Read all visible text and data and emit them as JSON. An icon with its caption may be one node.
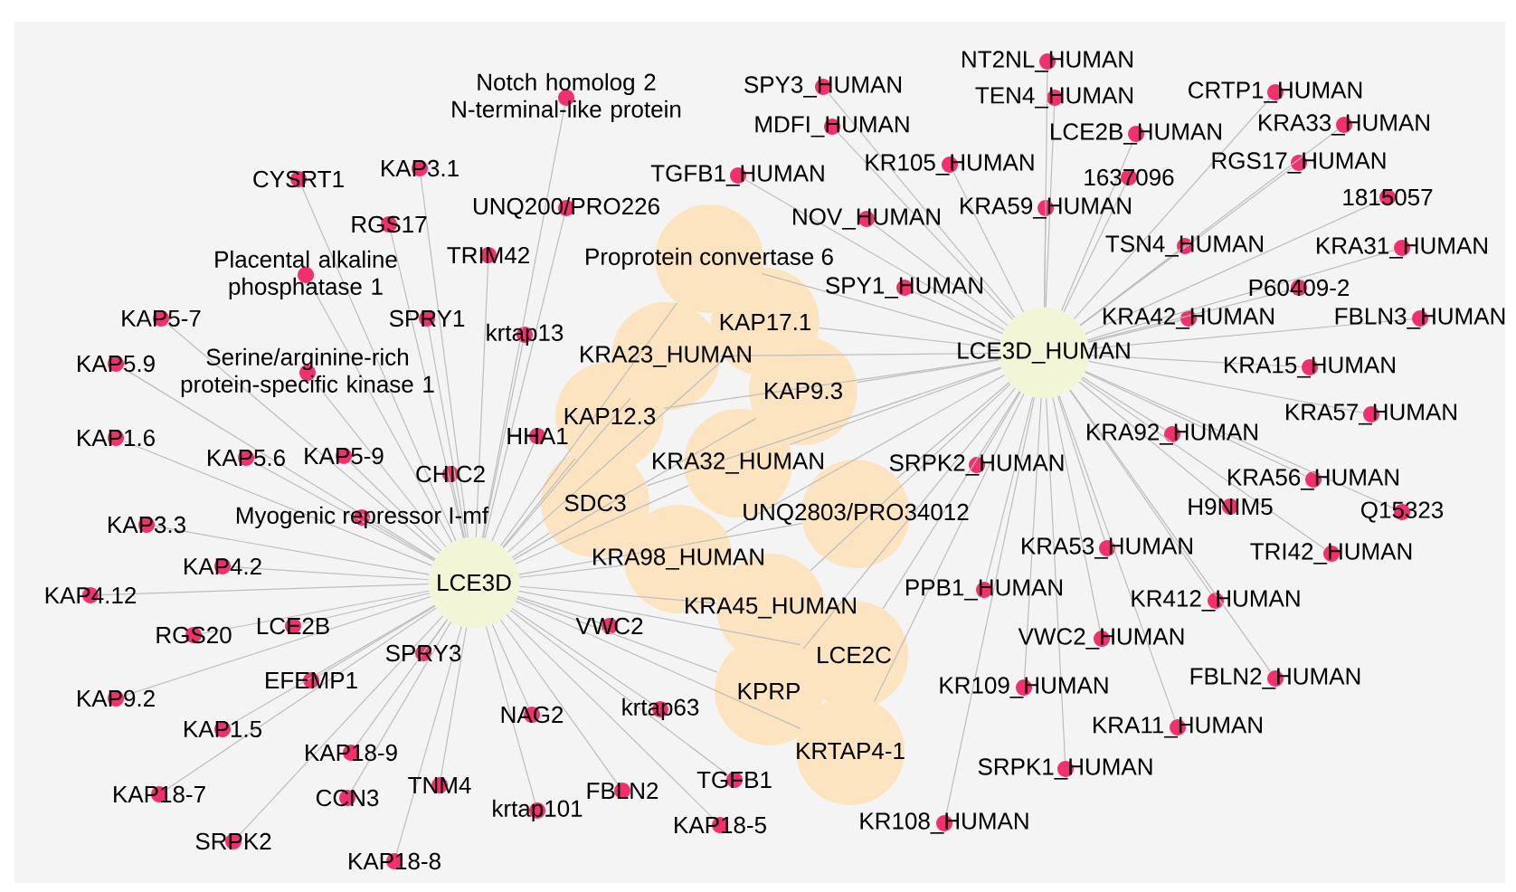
{
  "diagram": {
    "nodes": [
      {
        "text": [
          "LCE3D"
        ]
      },
      {
        "text": [
          "LCE3D_HUMAN"
        ]
      },
      {
        "text": [
          "Proprotein convertase 6"
        ]
      },
      {
        "text": [
          "KAP17.1"
        ]
      },
      {
        "text": [
          "KRA23_HUMAN"
        ]
      },
      {
        "text": [
          "KAP12.3"
        ]
      },
      {
        "text": [
          "KAP9.3"
        ]
      },
      {
        "text": [
          "SDC3"
        ]
      },
      {
        "text": [
          "KRA32_HUMAN"
        ]
      },
      {
        "text": [
          "UNQ2803/PRO34012"
        ]
      },
      {
        "text": [
          "KRA98_HUMAN"
        ]
      },
      {
        "text": [
          "KRA45_HUMAN"
        ]
      },
      {
        "text": [
          "LCE2C"
        ]
      },
      {
        "text": [
          "KPRP"
        ]
      },
      {
        "text": [
          "KRTAP4-1"
        ]
      },
      {
        "text": [
          "Notch homolog 2 N-terminal-like protein"
        ]
      },
      {
        "text": [
          "CYSRT1"
        ]
      },
      {
        "text": [
          "KAP3.1"
        ]
      },
      {
        "text": [
          "RGS17"
        ]
      },
      {
        "text": [
          "UNQ200/PRO226"
        ]
      },
      {
        "text": [
          "TRIM42"
        ]
      },
      {
        "text": [
          "Placental alkaline phosphatase 1"
        ]
      },
      {
        "text": [
          "SPRY1"
        ]
      },
      {
        "text": [
          "krtap13"
        ]
      },
      {
        "text": [
          "KAP5-7"
        ]
      },
      {
        "text": [
          "Serine/arginine-rich protein-specific kinase 1"
        ]
      },
      {
        "text": [
          "KAP5.9"
        ]
      },
      {
        "text": [
          "KAP1.6"
        ]
      },
      {
        "text": [
          "KAP5.6"
        ]
      },
      {
        "text": [
          "KAP5-9"
        ]
      },
      {
        "text": [
          "HHA1"
        ]
      },
      {
        "text": [
          "CHIC2"
        ]
      },
      {
        "text": [
          "Myogenic repressor I-mf"
        ]
      },
      {
        "text": [
          "KAP3.3"
        ]
      },
      {
        "text": [
          "KAP4.2"
        ]
      },
      {
        "text": [
          "KAP4.12"
        ]
      },
      {
        "text": [
          "RGS20"
        ]
      },
      {
        "text": [
          "LCE2B"
        ]
      },
      {
        "text": [
          "SPRY3"
        ]
      },
      {
        "text": [
          "KAP9.2"
        ]
      },
      {
        "text": [
          "EFEMP1"
        ]
      },
      {
        "text": [
          "KAP1.5"
        ]
      },
      {
        "text": [
          "KAP18-9"
        ]
      },
      {
        "text": [
          "KAP18-7"
        ]
      },
      {
        "text": [
          "CCN3"
        ]
      },
      {
        "text": [
          "TNM4"
        ]
      },
      {
        "text": [
          "SRPK2"
        ]
      },
      {
        "text": [
          "KAP18-8"
        ]
      },
      {
        "text": [
          "NAG2"
        ]
      },
      {
        "text": [
          "krtap101"
        ]
      },
      {
        "text": [
          "VWC2"
        ]
      },
      {
        "text": [
          "krtap63"
        ]
      },
      {
        "text": [
          "FBLN2"
        ]
      },
      {
        "text": [
          "TGFB1"
        ]
      },
      {
        "text": [
          "KAP18-5"
        ]
      },
      {
        "text": [
          "SPY3_HUMAN"
        ]
      },
      {
        "text": [
          "MDFI_HUMAN"
        ]
      },
      {
        "text": [
          "TGFB1_HUMAN"
        ]
      },
      {
        "text": [
          "NT2NL_HUMAN"
        ]
      },
      {
        "text": [
          "TEN4_HUMAN"
        ]
      },
      {
        "text": [
          "KR105_HUMAN"
        ]
      },
      {
        "text": [
          "LCE2B_HUMAN"
        ]
      },
      {
        "text": [
          "CRTP1_HUMAN"
        ]
      },
      {
        "text": [
          "KRA33_HUMAN"
        ]
      },
      {
        "text": [
          "1637096"
        ]
      },
      {
        "text": [
          "RGS17_HUMAN"
        ]
      },
      {
        "text": [
          "1815057"
        ]
      },
      {
        "text": [
          "KRA59_HUMAN"
        ]
      },
      {
        "text": [
          "NOV_HUMAN"
        ]
      },
      {
        "text": [
          "TSN4_HUMAN"
        ]
      },
      {
        "text": [
          "KRA31_HUMAN"
        ]
      },
      {
        "text": [
          "SPY1_HUMAN"
        ]
      },
      {
        "text": [
          "P60409-2"
        ]
      },
      {
        "text": [
          "KRA42_HUMAN"
        ]
      },
      {
        "text": [
          "FBLN3_HUMAN"
        ]
      },
      {
        "text": [
          "KRA15_HUMAN"
        ]
      },
      {
        "text": [
          "KRA57_HUMAN"
        ]
      },
      {
        "text": [
          "KRA92_HUMAN"
        ]
      },
      {
        "text": [
          "SRPK2_HUMAN"
        ]
      },
      {
        "text": [
          "KRA56_HUMAN"
        ]
      },
      {
        "text": [
          "H9NIM5"
        ]
      },
      {
        "text": [
          "Q15323"
        ]
      },
      {
        "text": [
          "KRA53_HUMAN"
        ]
      },
      {
        "text": [
          "TRI42_HUMAN"
        ]
      },
      {
        "text": [
          "PPB1_HUMAN"
        ]
      },
      {
        "text": [
          "KR412_HUMAN"
        ]
      },
      {
        "text": [
          "VWC2_HUMAN"
        ]
      },
      {
        "text": [
          "FBLN2_HUMAN"
        ]
      },
      {
        "text": [
          "KR109_HUMAN"
        ]
      },
      {
        "text": [
          "KRA11_HUMAN"
        ]
      },
      {
        "text": [
          "SRPK1_HUMAN"
        ]
      },
      {
        "text": [
          "KR108_HUMAN"
        ]
      }
    ],
    "edges": [
      {
        "from": 0,
        "to": 2,
        "arrow": "none"
      },
      {
        "from": 1,
        "to": 2,
        "arrow": "none"
      },
      {
        "from": 0,
        "to": 3,
        "arrow": "none"
      },
      {
        "from": 1,
        "to": 3,
        "arrow": "none"
      },
      {
        "from": 0,
        "to": 4,
        "arrow": "none"
      },
      {
        "from": 1,
        "to": 4,
        "arrow": "none"
      },
      {
        "from": 0,
        "to": 5,
        "arrow": "none"
      },
      {
        "from": 1,
        "to": 5,
        "arrow": "none"
      },
      {
        "from": 0,
        "to": 6,
        "arrow": "none"
      },
      {
        "from": 1,
        "to": 6,
        "arrow": "none"
      },
      {
        "from": 0,
        "to": 7,
        "arrow": "none"
      },
      {
        "from": 1,
        "to": 7,
        "arrow": "none"
      },
      {
        "from": 0,
        "to": 8,
        "arrow": "none"
      },
      {
        "from": 1,
        "to": 8,
        "arrow": "none"
      },
      {
        "from": 0,
        "to": 9,
        "arrow": "none"
      },
      {
        "from": 1,
        "to": 9,
        "arrow": "none"
      },
      {
        "from": 0,
        "to": 10,
        "arrow": "none"
      },
      {
        "from": 1,
        "to": 10,
        "arrow": "none"
      },
      {
        "from": 0,
        "to": 11,
        "arrow": "none"
      },
      {
        "from": 1,
        "to": 11,
        "arrow": "none"
      },
      {
        "from": 0,
        "to": 12,
        "arrow": "none"
      },
      {
        "from": 1,
        "to": 12,
        "arrow": "none"
      },
      {
        "from": 0,
        "to": 13,
        "arrow": "none"
      },
      {
        "from": 1,
        "to": 13,
        "arrow": "none"
      },
      {
        "from": 0,
        "to": 14,
        "arrow": "none"
      },
      {
        "from": 1,
        "to": 14,
        "arrow": "none"
      },
      {
        "from": 0,
        "to": 15,
        "arrow": "none"
      },
      {
        "from": 0,
        "to": 16,
        "arrow": "none"
      },
      {
        "from": 0,
        "to": 17,
        "arrow": "none"
      },
      {
        "from": 0,
        "to": 18,
        "arrow": "none"
      },
      {
        "from": 0,
        "to": 19,
        "arrow": "none"
      },
      {
        "from": 0,
        "to": 20,
        "arrow": "none"
      },
      {
        "from": 0,
        "to": 21,
        "arrow": "none"
      },
      {
        "from": 0,
        "to": 22,
        "arrow": "none"
      },
      {
        "from": 0,
        "to": 23,
        "arrow": "none"
      },
      {
        "from": 0,
        "to": 24,
        "arrow": "none"
      },
      {
        "from": 0,
        "to": 25,
        "arrow": "none"
      },
      {
        "from": 0,
        "to": 26,
        "arrow": "none"
      },
      {
        "from": 0,
        "to": 27,
        "arrow": "none"
      },
      {
        "from": 0,
        "to": 28,
        "arrow": "none"
      },
      {
        "from": 0,
        "to": 29,
        "arrow": "none"
      },
      {
        "from": 0,
        "to": 30,
        "arrow": "none"
      },
      {
        "from": 0,
        "to": 31,
        "arrow": "none"
      },
      {
        "from": 0,
        "to": 32,
        "arrow": "none"
      },
      {
        "from": 0,
        "to": 33,
        "arrow": "none"
      },
      {
        "from": 0,
        "to": 34,
        "arrow": "none"
      },
      {
        "from": 0,
        "to": 35,
        "arrow": "none"
      },
      {
        "from": 0,
        "to": 36,
        "arrow": "none"
      },
      {
        "from": 0,
        "to": 37,
        "arrow": "none"
      },
      {
        "from": 0,
        "to": 38,
        "arrow": "none"
      },
      {
        "from": 0,
        "to": 39,
        "arrow": "none"
      },
      {
        "from": 0,
        "to": 40,
        "arrow": "none"
      },
      {
        "from": 0,
        "to": 41,
        "arrow": "none"
      },
      {
        "from": 0,
        "to": 42,
        "arrow": "none"
      },
      {
        "from": 0,
        "to": 43,
        "arrow": "none"
      },
      {
        "from": 0,
        "to": 44,
        "arrow": "none"
      },
      {
        "from": 0,
        "to": 45,
        "arrow": "none"
      },
      {
        "from": 0,
        "to": 46,
        "arrow": "none"
      },
      {
        "from": 0,
        "to": 47,
        "arrow": "none"
      },
      {
        "from": 0,
        "to": 48,
        "arrow": "none"
      },
      {
        "from": 0,
        "to": 49,
        "arrow": "none"
      },
      {
        "from": 0,
        "to": 50,
        "arrow": "none"
      },
      {
        "from": 0,
        "to": 51,
        "arrow": "none"
      },
      {
        "from": 0,
        "to": 52,
        "arrow": "none"
      },
      {
        "from": 0,
        "to": 53,
        "arrow": "none"
      },
      {
        "from": 0,
        "to": 54,
        "arrow": "none"
      },
      {
        "from": 1,
        "to": 55,
        "arrow": "none"
      },
      {
        "from": 1,
        "to": 56,
        "arrow": "none"
      },
      {
        "from": 1,
        "to": 57,
        "arrow": "none"
      },
      {
        "from": 1,
        "to": 58,
        "arrow": "none"
      },
      {
        "from": 1,
        "to": 59,
        "arrow": "none"
      },
      {
        "from": 1,
        "to": 60,
        "arrow": "none"
      },
      {
        "from": 1,
        "to": 61,
        "arrow": "none"
      },
      {
        "from": 1,
        "to": 62,
        "arrow": "none"
      },
      {
        "from": 1,
        "to": 63,
        "arrow": "none"
      },
      {
        "from": 1,
        "to": 64,
        "arrow": "none"
      },
      {
        "from": 1,
        "to": 65,
        "arrow": "none"
      },
      {
        "from": 1,
        "to": 66,
        "arrow": "none"
      },
      {
        "from": 1,
        "to": 67,
        "arrow": "none"
      },
      {
        "from": 1,
        "to": 68,
        "arrow": "none"
      },
      {
        "from": 1,
        "to": 69,
        "arrow": "none"
      },
      {
        "from": 1,
        "to": 70,
        "arrow": "none"
      },
      {
        "from": 1,
        "to": 71,
        "arrow": "none"
      },
      {
        "from": 1,
        "to": 72,
        "arrow": "none"
      },
      {
        "from": 1,
        "to": 73,
        "arrow": "none"
      },
      {
        "from": 1,
        "to": 74,
        "arrow": "none"
      },
      {
        "from": 1,
        "to": 75,
        "arrow": "none"
      },
      {
        "from": 1,
        "to": 76,
        "arrow": "none"
      },
      {
        "from": 1,
        "to": 77,
        "arrow": "none"
      },
      {
        "from": 1,
        "to": 78,
        "arrow": "none"
      },
      {
        "from": 1,
        "to": 79,
        "arrow": "none"
      },
      {
        "from": 1,
        "to": 80,
        "arrow": "none"
      },
      {
        "from": 1,
        "to": 81,
        "arrow": "none"
      },
      {
        "from": 1,
        "to": 82,
        "arrow": "none"
      },
      {
        "from": 1,
        "to": 83,
        "arrow": "none"
      },
      {
        "from": 1,
        "to": 84,
        "arrow": "none"
      },
      {
        "from": 1,
        "to": 85,
        "arrow": "none"
      },
      {
        "from": 1,
        "to": 86,
        "arrow": "none"
      },
      {
        "from": 1,
        "to": 87,
        "arrow": "none"
      },
      {
        "from": 1,
        "to": 88,
        "arrow": "none"
      },
      {
        "from": 1,
        "to": 89,
        "arrow": "none"
      },
      {
        "from": 1,
        "to": 90,
        "arrow": "none"
      },
      {
        "from": 1,
        "to": 91,
        "arrow": "none"
      }
    ]
  }
}
